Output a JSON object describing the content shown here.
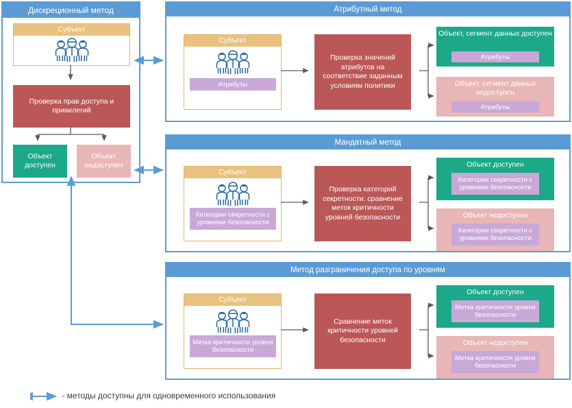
{
  "legend": {
    "text": "- методы доступны для одновременного использования",
    "arrow_color": "#5B9BD5"
  },
  "colors": {
    "panel_blue": "#5B9BD5",
    "subject_header": "#E9C27F",
    "subject_border": "#E2B568",
    "check_red": "#BB5757",
    "granted_green": "#1CA98A",
    "denied_pink": "#E8B6B6",
    "tag_mauve": "#C9A8D8",
    "arrow_gray": "#595959"
  },
  "panels": [
    {
      "id": "discretionary",
      "title": "Дискреционный метод",
      "subject": {
        "label": "Субъект",
        "icon": "people-icon",
        "tag": null
      },
      "check": "Проверка прав доступа и привилегий",
      "results": [
        {
          "state": "granted",
          "title": "Объект доступен",
          "tag": null
        },
        {
          "state": "denied",
          "title": "Объект недоступен",
          "tag": null
        }
      ]
    },
    {
      "id": "attribute",
      "title": "Атрибутный метод",
      "subject": {
        "label": "Субъект",
        "icon": "people-icon",
        "tag": "Атрибуты"
      },
      "check": "Проверка значений атрибутов на соответствие заданным условиям политики",
      "results": [
        {
          "state": "granted",
          "title": "Объект, сегмент данных доступен",
          "tag": "Атрибуты"
        },
        {
          "state": "denied",
          "title": "Объект, сегмент данных недоступен",
          "tag": "Атрибуты"
        }
      ]
    },
    {
      "id": "mandatory",
      "title": "Мандатный метод",
      "subject": {
        "label": "Субъект",
        "icon": "people-icon",
        "tag": "Категории секретности с уровнями безопасности"
      },
      "check": "Проверка категорий секретности: сравнение меток критичности уровней безопасности",
      "results": [
        {
          "state": "granted",
          "title": "Объект доступен",
          "tag": "Категории секретности с уровнями безопасности"
        },
        {
          "state": "denied",
          "title": "Объект недоступен",
          "tag": "Категории секретности с уровнями безопасности"
        }
      ]
    },
    {
      "id": "levels",
      "title": "Метод разграничения доступа по уровням",
      "subject": {
        "label": "Субъект",
        "icon": "people-icon",
        "tag": "Метка критичности уровня безопасности"
      },
      "check": "Сравнение меток критичности уровней безопасности",
      "results": [
        {
          "state": "granted",
          "title": "Объект доступен",
          "tag": "Метка критичности уровня безопасности"
        },
        {
          "state": "denied",
          "title": "Объект недоступен",
          "tag": "Метка критичности уровня безопасности"
        }
      ]
    }
  ]
}
